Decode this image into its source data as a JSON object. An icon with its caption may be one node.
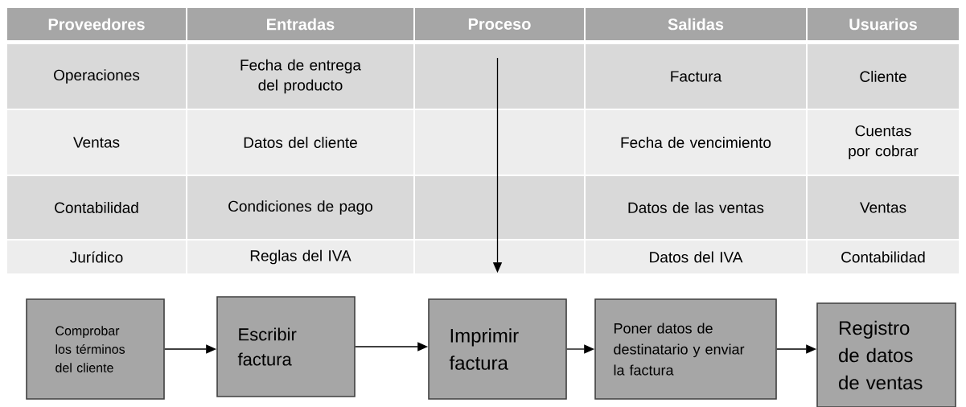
{
  "diagram": {
    "nodes": [
      {
        "text": [
          "Comprobar los términos del cliente"
        ]
      },
      {
        "text": [
          "Escribir factura"
        ]
      },
      {
        "text": [
          "Imprimir factura"
        ]
      },
      {
        "text": [
          "Poner datos de destinatario y enviar la factura"
        ]
      },
      {
        "text": [
          "Registro de datos de ventas"
        ]
      }
    ],
    "edges": [
      {
        "from": 0,
        "to": 1,
        "arrow": "to"
      },
      {
        "from": 1,
        "to": 2,
        "arrow": "to"
      },
      {
        "from": 2,
        "to": 3,
        "arrow": "to"
      },
      {
        "from": 3,
        "to": 4,
        "arrow": "to"
      },
      {
        "from": null,
        "to": 2,
        "arrow": "to"
      }
    ],
    "labels": [
      "Proveedores",
      "Entradas",
      "Proceso",
      "Salidas",
      "Usuarios",
      "Operaciones",
      "Fecha de entrega del producto",
      "Factura",
      "Cliente",
      "Ventas",
      "Datos del cliente",
      "Fecha de vencimiento",
      "Cuentas por cobrar",
      "Contabilidad",
      "Condiciones de pago",
      "Datos de las ventas",
      "Ventas",
      "Jurídico",
      "Reglas del IVA",
      "Datos del IVA",
      "Contabilidad"
    ]
  }
}
